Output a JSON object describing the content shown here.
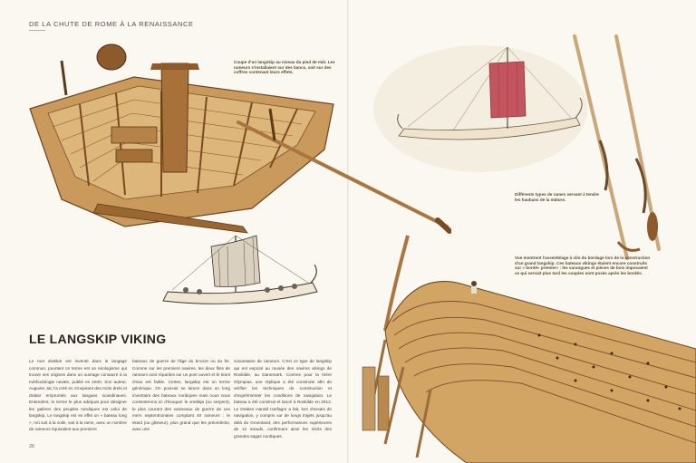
{
  "header": {
    "chapter": "DE LA CHUTE DE ROME À LA RENAISSANCE"
  },
  "article": {
    "title": "LE LANGSKIP VIKING",
    "page_number": "26"
  },
  "captions": {
    "cutaway": "Coupe d'un langskip au niveau du pied de mât. Les rameurs s'installaient sur des bancs, soit sur des coffres contenant leurs effets.",
    "oars": "Différents types de rames servant à tendre les haubans de la mâture.",
    "hull": "Vue montrant l'assemblage à clin du bordage lors de la construction d'un grand langskip. Ces bateaux vikings étaient encore construits sur « bordé» premier» : les varangues et pièces de bois imposaient ce qui servait plus tard les couples sont posés après les bordés."
  },
  "body": {
    "col1": "Le mot drakkar est inventé dans le langage commun, pourtant ce terme est un néologisme qui trouve ses origines dans un ouvrage consacré à la méthodologie navale, publié en 1840. Son auteur, Auguste Jal, l'a créé en s'inspirant des mots dreki et drakar empruntés aux langues scandinaves. Entendent, le terme le plus adéquat pour désigner les galères des peuples nordiques est celui de langskip. Le langskip est en effet un « bateau long », mû soit à la voile, soit à la rame, avec un nombre de rameurs équivalent aux premiers",
    "col2": "bateaux de guerre de l'âge du bronze ou du fer. Comme sur les premiers navires, les deux files de rameurs sont réparties sur un pont ouvert et le tirant d'eau est faible. Certes, langskip est un terme générique. On pourrait se lancer dans un long inventaire des bateaux nordiques mais nous nous contenterons ici d'évoquer le snekkja (ou serpent), le plus courant des vaisseaux de guerre de ces mers septentrionales comptant 40 rameurs ; le skeid (ou glisseur), plus grand que les précédents, avec une",
    "col3": "soixantaine de rameurs. C'est ce type de langskip qui est exposé au musée des navires vikings de Roskilde, au Danemark. Comme pour la trière Olympias, une réplique a été construite afin de vérifier les techniques de construction et d'expérimenter les conditions de navigation. Le bateau a été construit et lancé à Roskilde en 2012. Le Draken Harald Harfagre a fait, lors d'essais de navigation, y compris sur de longs trajets jusqu'au delà du Groenland, des performances supérieures de 12 nœuds, confirmant ainsi les récits des grandes sagas nordiques."
  },
  "colors": {
    "background": "#fbf8f1",
    "wood": "#c79a5a",
    "wood_dark": "#8c5a2b",
    "sail": "#c4545e",
    "ink": "#2b231c"
  }
}
